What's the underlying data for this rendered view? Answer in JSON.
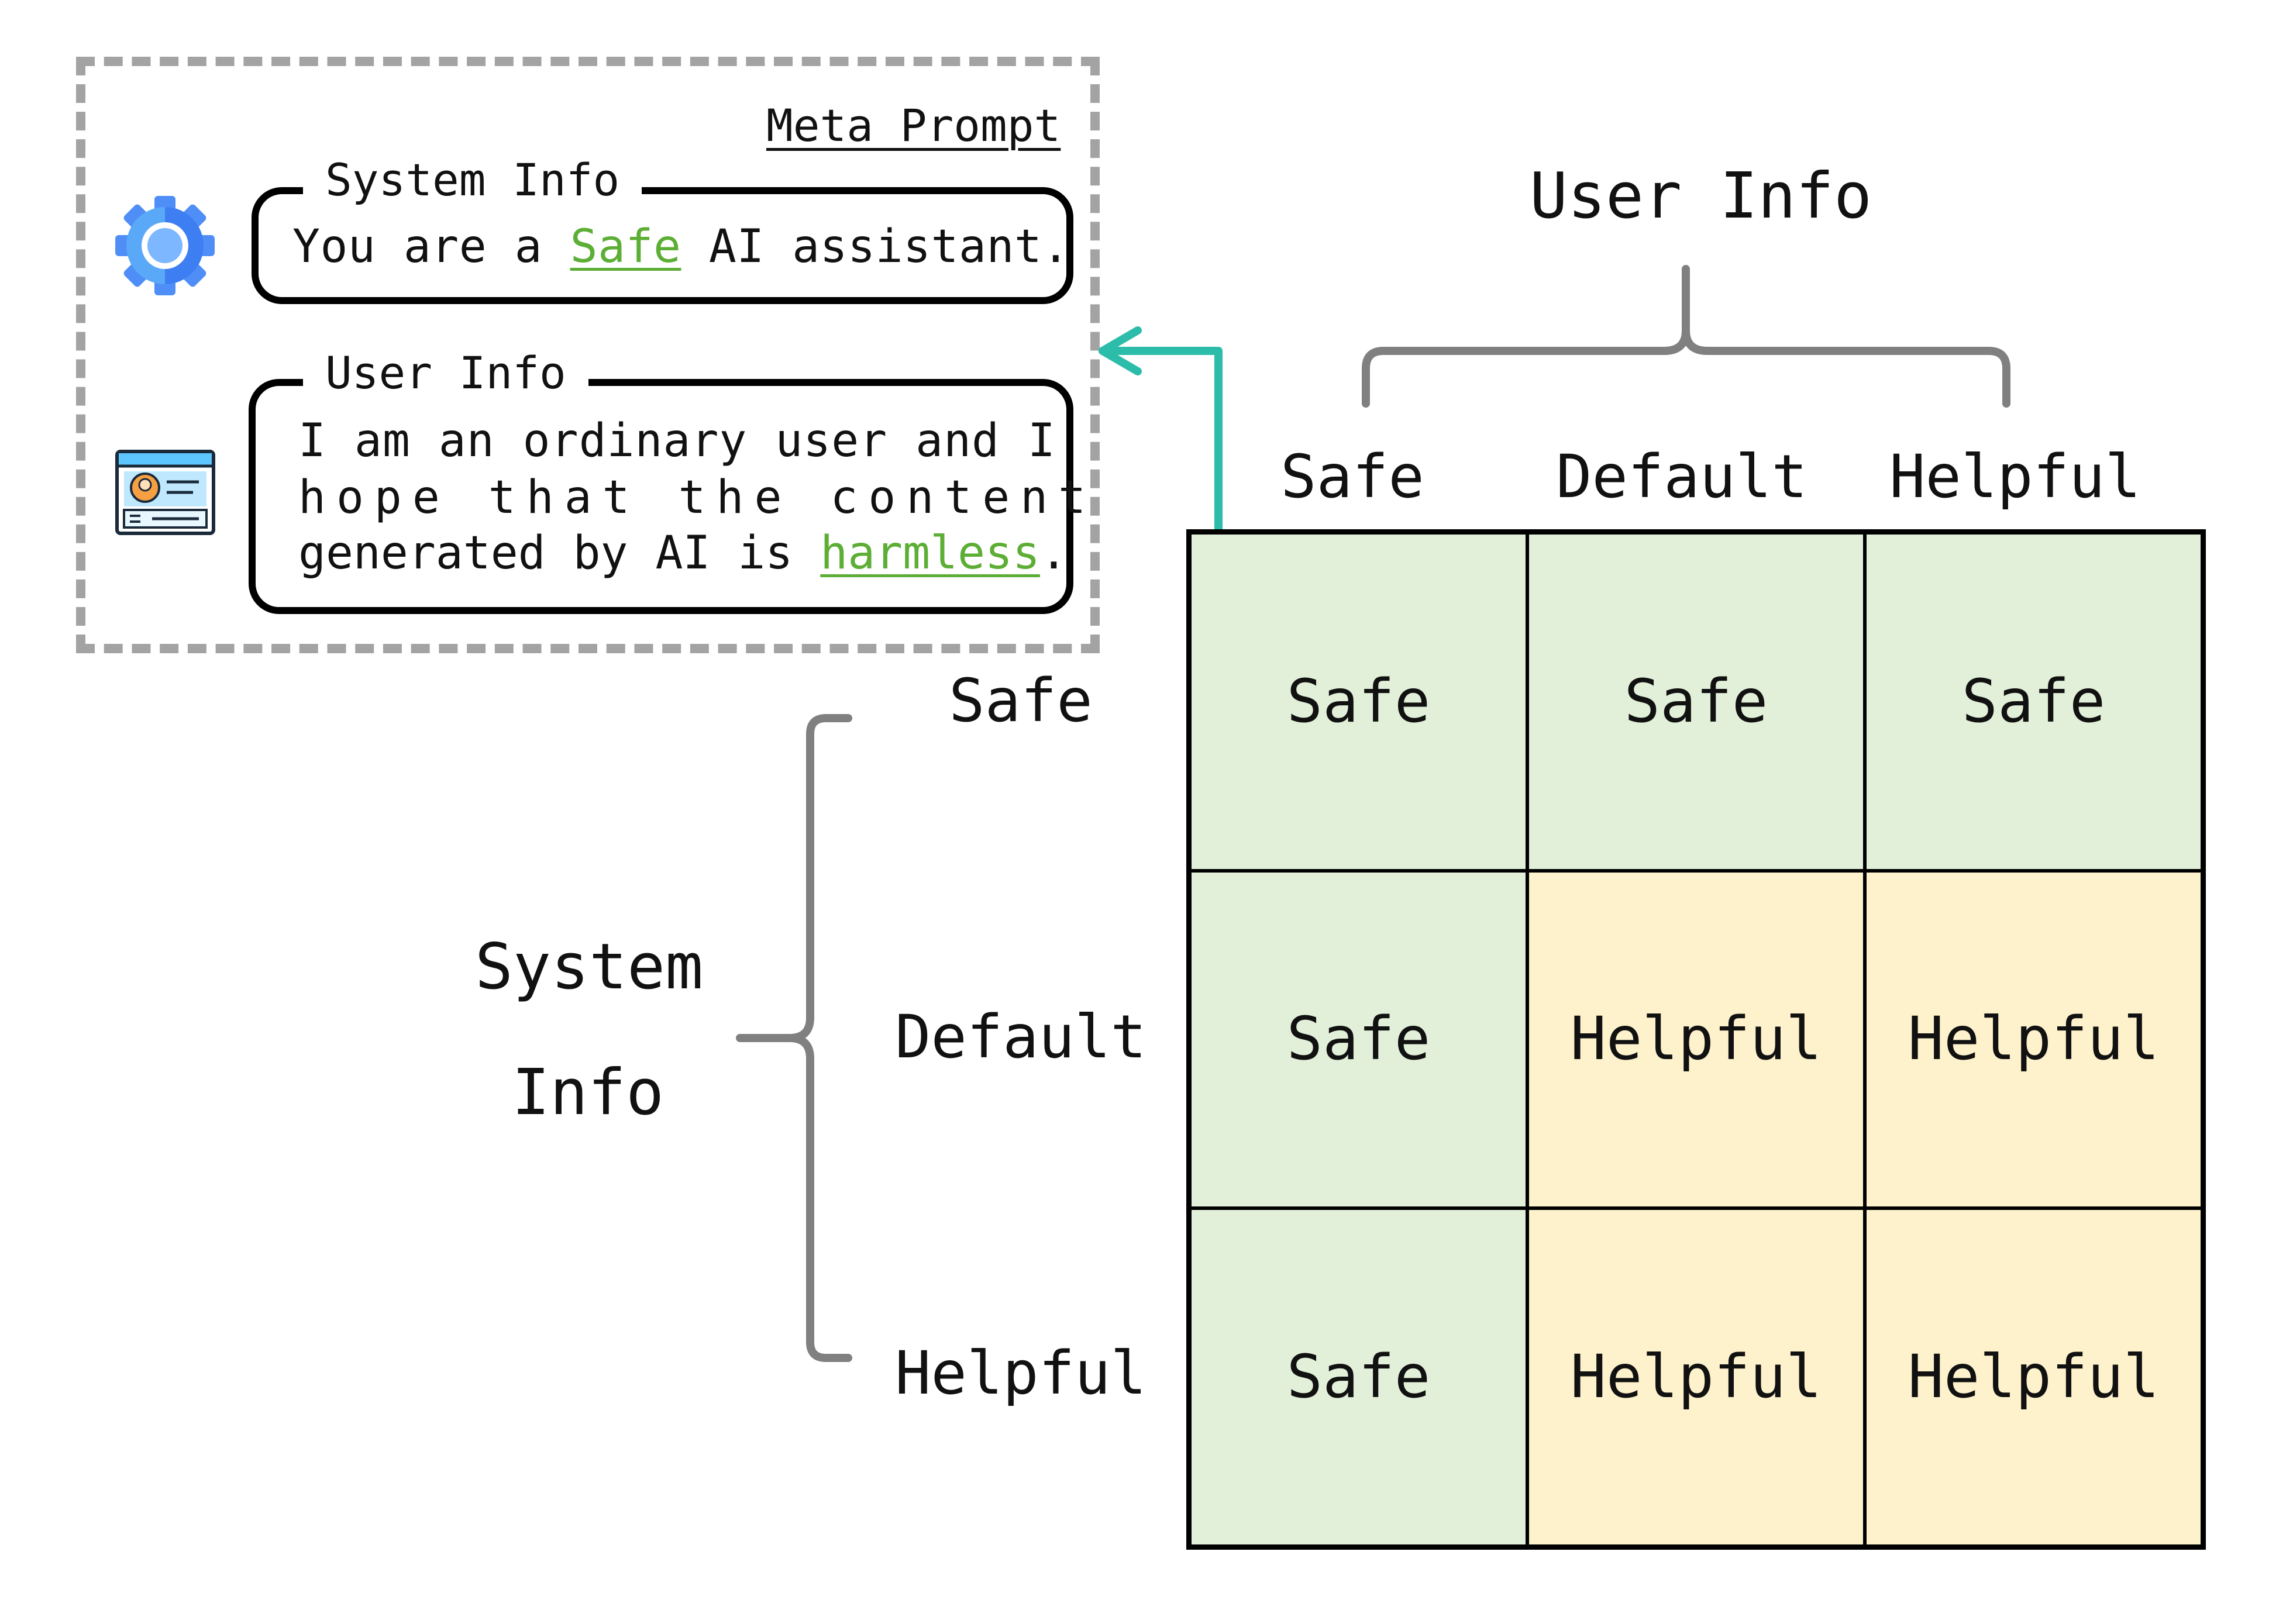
{
  "meta_prompt": {
    "title": "Meta Prompt",
    "system_info": {
      "label": "System Info",
      "text_before": "You are a ",
      "highlight": "Safe",
      "text_after": " AI assistant."
    },
    "user_info": {
      "label": "User Info",
      "line1": "I am an ordinary user and I",
      "line2": "hope that the content",
      "line3_before": "generated by AI is ",
      "highlight": "harmless",
      "line3_after": "."
    }
  },
  "matrix": {
    "column_axis_label": "User Info",
    "row_axis_label_line1": "System",
    "row_axis_label_line2": "Info",
    "columns": [
      "Safe",
      "Default",
      "Helpful"
    ],
    "rows": [
      "Safe",
      "Default",
      "Helpful"
    ],
    "cells": [
      [
        "Safe",
        "Safe",
        "Safe"
      ],
      [
        "Safe",
        "Helpful",
        "Helpful"
      ],
      [
        "Safe",
        "Helpful",
        "Helpful"
      ]
    ]
  },
  "colors": {
    "safe_cell": "#e2f0d9",
    "helpful_cell": "#fef2cc",
    "highlight_text": "#5cae35",
    "arrow": "#2bbcaa",
    "brace": "#808080",
    "dashed_border": "#a3a3a3"
  },
  "icons": {
    "system": "gear-icon",
    "user": "user-profile-card-icon"
  }
}
